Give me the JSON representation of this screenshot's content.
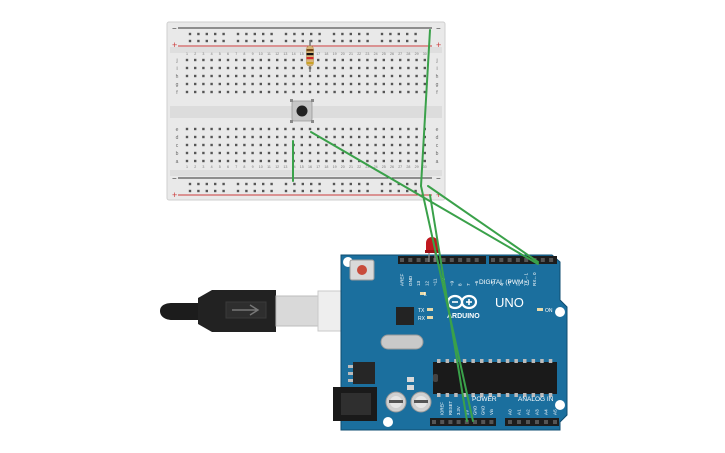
{
  "canvas": {
    "background": "#ffffff"
  },
  "breadboard": {
    "body_color": "#e9e9e9",
    "hole_color": "#555555",
    "rail_red": "#cc3b3b",
    "rail_black": "#333333",
    "rail_minus": "−",
    "rail_plus": "+",
    "row_letters_upper": [
      "j",
      "i",
      "h",
      "g",
      "f"
    ],
    "row_letters_lower": [
      "e",
      "d",
      "c",
      "b",
      "a"
    ],
    "column_numbers": [
      "1",
      "2",
      "3",
      "4",
      "5",
      "6",
      "7",
      "8",
      "9",
      "10",
      "11",
      "12",
      "13",
      "14",
      "15",
      "16",
      "17",
      "18",
      "19",
      "20",
      "21",
      "22",
      "23",
      "24",
      "25",
      "26",
      "27",
      "28",
      "29",
      "30"
    ]
  },
  "components": {
    "resistor_icon": "resistor-icon",
    "pushbutton_icon": "pushbutton-icon",
    "led_icon": "red-led-icon",
    "led_color": "#c0181f",
    "usb_cable_icon": "usb-cable-icon"
  },
  "arduino": {
    "board_color": "#1b6f9e",
    "board_dark": "#14587f",
    "logo_text": "ARDUINO",
    "model_text": "UNO",
    "digital_label": "DIGITAL (PWM~)",
    "power_label": "POWER",
    "analog_label": "ANALOG IN",
    "tx_label": "TX",
    "rx_label": "RX",
    "l_label": "L",
    "on_label": "ON",
    "top_pin_labels": [
      "AREF",
      "GND",
      "13",
      "12",
      "~11",
      "~10",
      "~9",
      "8",
      "7",
      "~6",
      "~5",
      "4",
      "~3",
      "2",
      "TX→1",
      "RX←0"
    ],
    "power_pin_labels": [
      "IOREF",
      "RESET",
      "3.3V",
      "5V",
      "GND",
      "GND",
      "Vin"
    ],
    "analog_pin_labels": [
      "A0",
      "A1",
      "A2",
      "A3",
      "A4",
      "A5"
    ]
  },
  "wires": {
    "color": "#3aa14a"
  }
}
